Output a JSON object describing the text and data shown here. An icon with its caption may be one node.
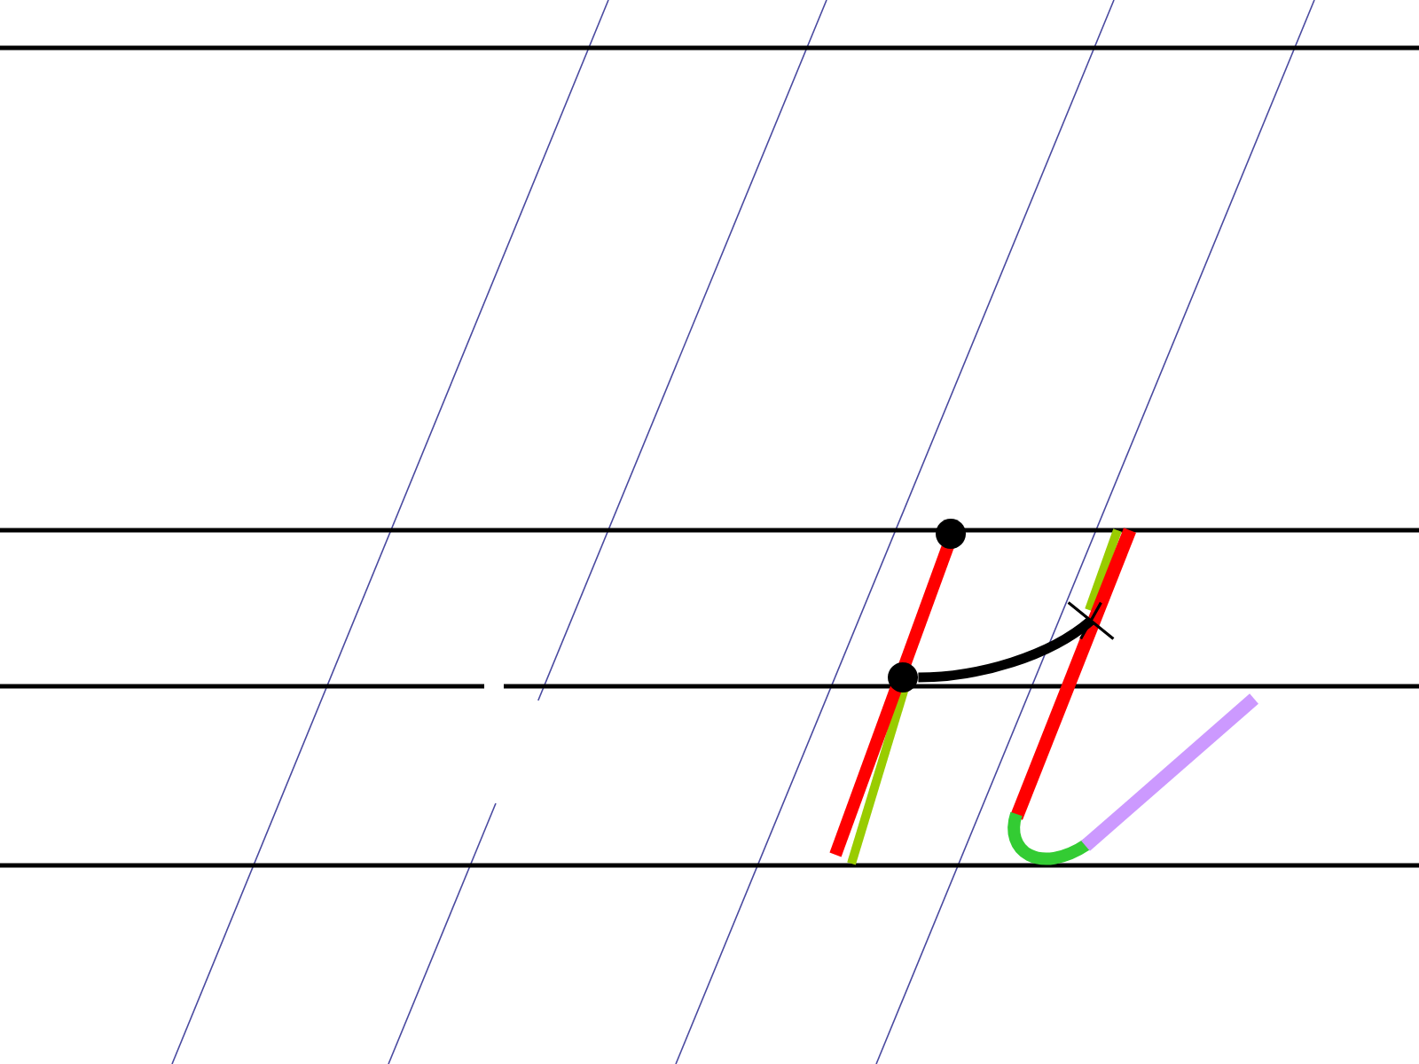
{
  "diagram": {
    "nodes": [
      {
        "text": [],
        "shape": "circle"
      },
      {
        "text": [],
        "shape": "cross"
      },
      {
        "text": [],
        "shape": "circle"
      }
    ],
    "edges": [
      {
        "from": 2,
        "to": 1,
        "arrow": "none"
      }
    ]
  }
}
